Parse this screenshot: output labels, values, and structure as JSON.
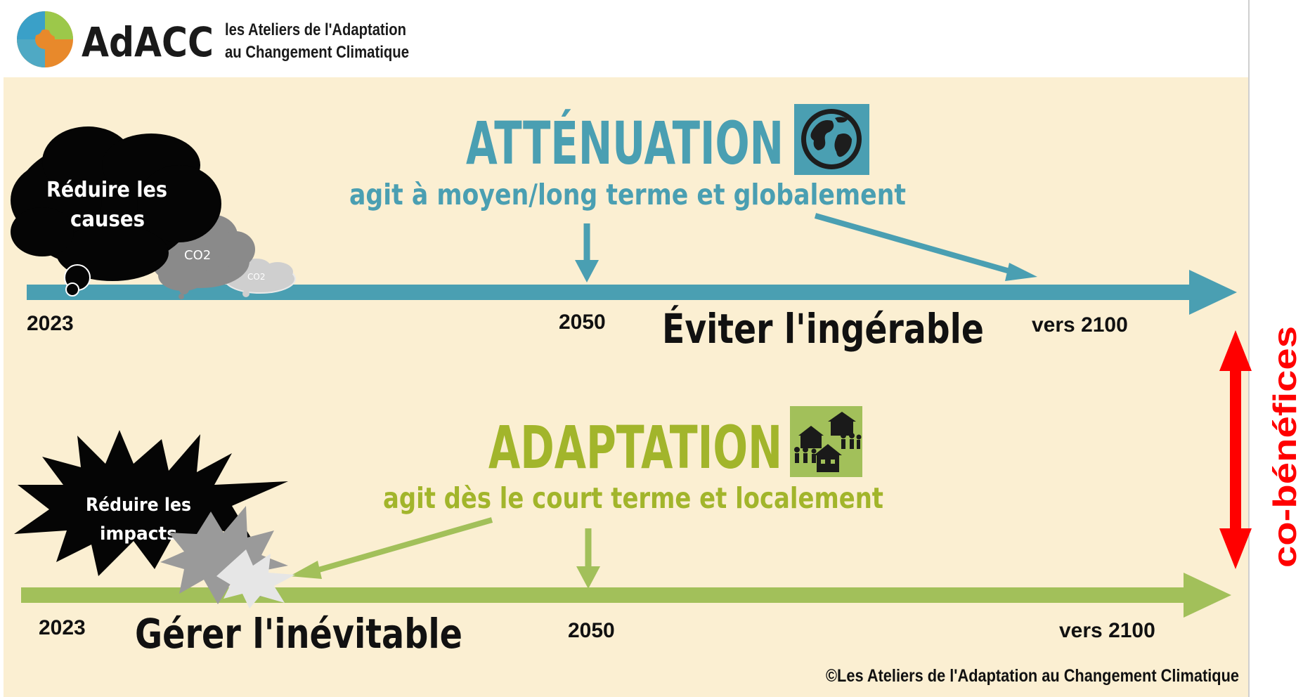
{
  "header": {
    "brand": "AdACC",
    "tagline_line1": "les Ateliers de l'Adaptation",
    "tagline_line2": "au Changement Climatique"
  },
  "colors": {
    "panel_bg": "#fbefd2",
    "mitigation": "#4a9fb2",
    "adaptation": "#a2c05a",
    "cobenefit": "#ff0000",
    "ink": "#111111"
  },
  "mitigation": {
    "title": "ATTÉNUATION",
    "subtitle": "agit à moyen/long terme et globalement",
    "icon": "globe-icon",
    "cloud_label_line1": "Réduire les",
    "cloud_label_line2": "causes",
    "co2_label": "CO2",
    "co2_small_label": "CO2",
    "year_start": "2023",
    "year_mid": "2050",
    "year_end": "vers 2100",
    "slogan": "Éviter l'ingérable"
  },
  "adaptation": {
    "title": "ADAPTATION",
    "subtitle": "agit dès le court terme et localement",
    "icon": "village-people-icon",
    "burst_label_line1": "Réduire les",
    "burst_label_line2": "impacts",
    "year_start": "2023",
    "year_mid": "2050",
    "year_end": "vers 2100",
    "slogan": "Gérer l'inévitable"
  },
  "cobenefits": {
    "label": "co-bénéfices",
    "icon": "double-arrow-icon"
  },
  "footer": {
    "copyright": "©Les Ateliers de l'Adaptation au Changement Climatique"
  }
}
